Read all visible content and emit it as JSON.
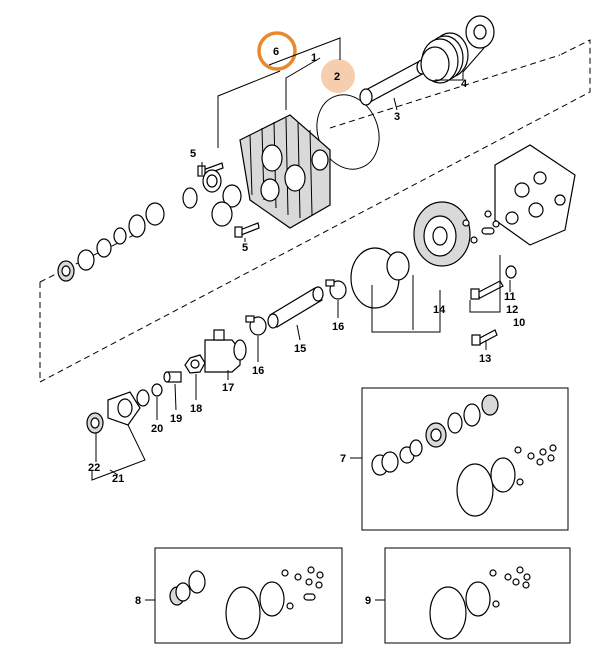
{
  "labels": {
    "l1": "1",
    "l2": "2",
    "l3": "3",
    "l4": "4",
    "l5a": "5",
    "l5b": "5",
    "l6": "6",
    "l7": "7",
    "l8": "8",
    "l9": "9",
    "l10": "10",
    "l11": "11",
    "l12": "12",
    "l13": "13",
    "l14": "14",
    "l15": "15",
    "l16a": "16",
    "l16b": "16",
    "l17": "17",
    "l18": "18",
    "l19": "19",
    "l20": "20",
    "l21": "21",
    "l22": "22"
  },
  "colors": {
    "selected_ring": "#e8892b",
    "hover_marker": "#f5c8a6",
    "line": "#000000"
  },
  "highlight": {
    "selected_part": "6",
    "hovered_part": "2"
  }
}
